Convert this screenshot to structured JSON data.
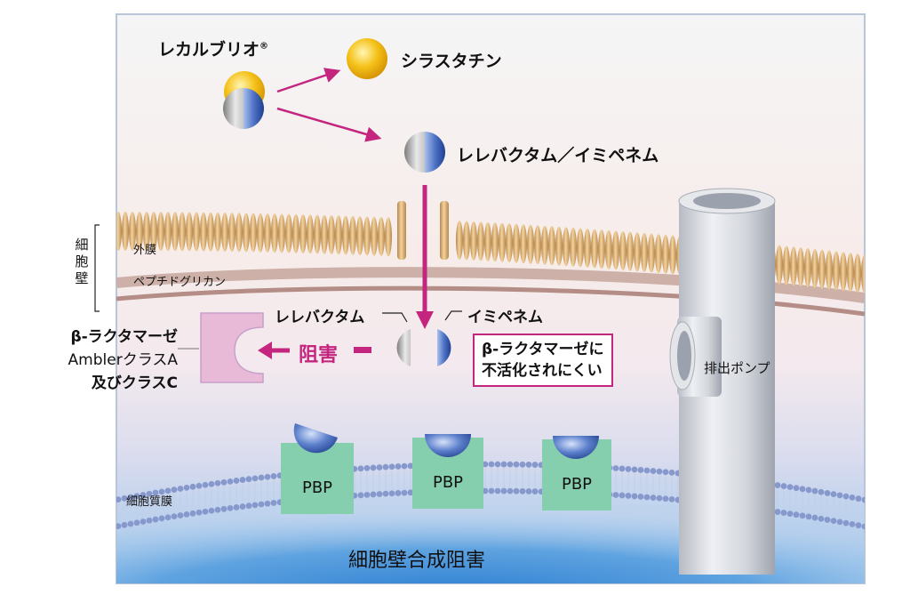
{
  "drug": {
    "name": "レカルブリオ",
    "reg_mark": "®"
  },
  "components": {
    "cilastatin": "シラスタチン",
    "relebactam_imipenem": "レレバクタム／イミペネム",
    "relebactam": "レレバクタム",
    "imipenem": "イミペネム"
  },
  "cell": {
    "cell_wall_label": "細胞壁",
    "outer_membrane": "外膜",
    "peptidoglycan": "ペプチドグリカン",
    "cytoplasmic_membrane": "細胞質膜",
    "efflux_pump": "排出ポンプ",
    "synthesis_inhibition": "細胞壁合成阻害",
    "pbp_labels": [
      "PBP",
      "PBP",
      "PBP"
    ]
  },
  "enzyme": {
    "lines": [
      "β-ラクタマーゼ",
      "AmblerクラスA",
      "及びクラスC"
    ],
    "inhibition": "阻害"
  },
  "callout": {
    "lines": [
      "β-ラクタマーゼに",
      "不活化されにくい"
    ]
  },
  "colors": {
    "accent": "#c4267f",
    "cilastatin": "#f2b800",
    "imipenem": "#3f64b8",
    "relebactam": "#a8a8a8",
    "lactamase": "#e9b9d8",
    "pbp": "#7fcaa8",
    "membrane_lipid": "#d9b07a",
    "inner_lipid": "#8799cc",
    "background_bottom": "#4a8fd4"
  }
}
